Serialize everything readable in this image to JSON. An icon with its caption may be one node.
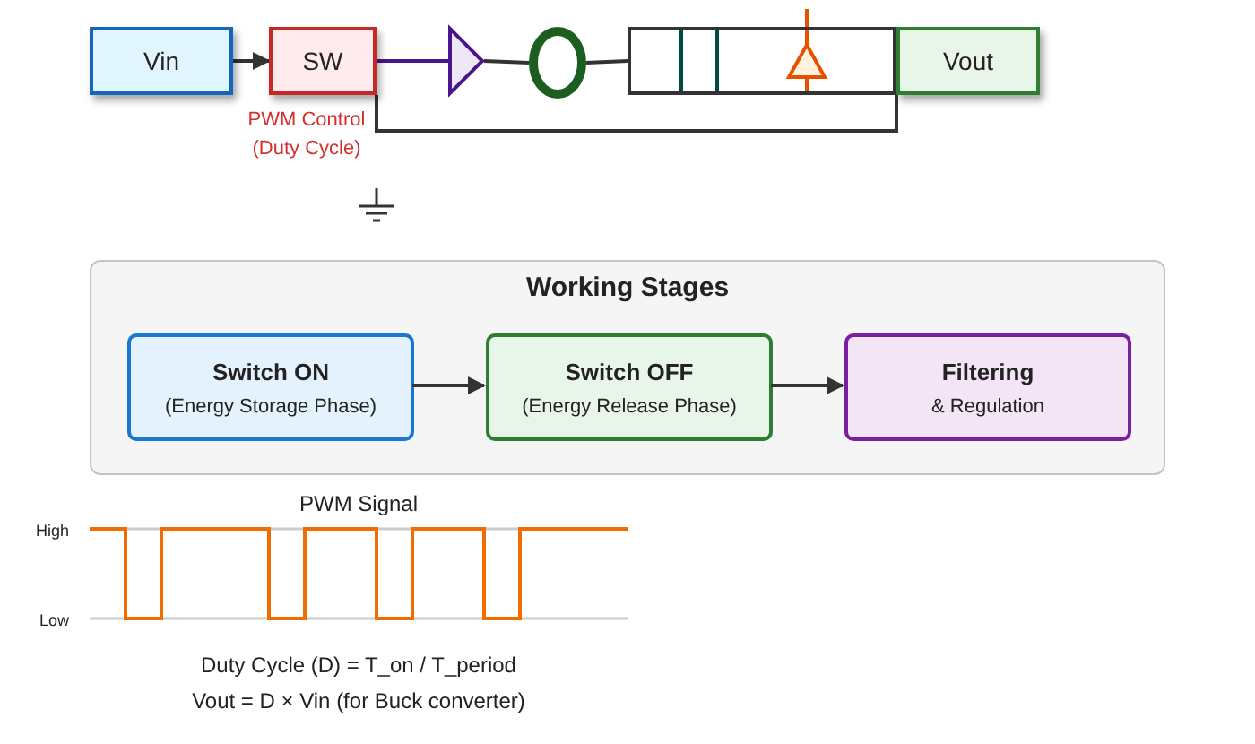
{
  "diagram": {
    "nodes": [
      {
        "text": [
          "Vin"
        ]
      },
      {
        "text": [
          "SW"
        ],
        "beside": [
          "PWM Control (Duty Cycle)"
        ]
      },
      {
        "text": [],
        "shape": "triangle"
      },
      {
        "text": [],
        "shape": "circle"
      },
      {
        "text": [],
        "shape": "box"
      },
      {
        "text": [
          "Vout"
        ]
      },
      {
        "text": [
          "Working Stages"
        ]
      },
      {
        "text": [
          "Switch ON",
          "(Energy Storage Phase)"
        ],
        "in": 6
      },
      {
        "text": [
          "Switch OFF",
          "(Energy Release Phase)"
        ],
        "in": 6
      },
      {
        "text": [
          "Filtering",
          "& Regulation"
        ],
        "in": 6
      }
    ],
    "edges": [
      {
        "from": 0,
        "to": 1,
        "arrow": "to"
      },
      {
        "from": 1,
        "to": 2,
        "arrow": "none",
        "color": "#4a148c"
      },
      {
        "from": 2,
        "to": 3,
        "arrow": "none"
      },
      {
        "from": 3,
        "to": 4,
        "arrow": "none"
      },
      {
        "from": 1,
        "to": 5,
        "arrow": "none"
      },
      {
        "from": 7,
        "to": 8,
        "arrow": "to"
      },
      {
        "from": 8,
        "to": 9,
        "arrow": "to"
      }
    ],
    "labels": [
      "PWM Signal",
      "High",
      "Low",
      "Duty Cycle (D) = T_on / T_period",
      "Vout = D × Vin (for Buck converter)"
    ]
  }
}
